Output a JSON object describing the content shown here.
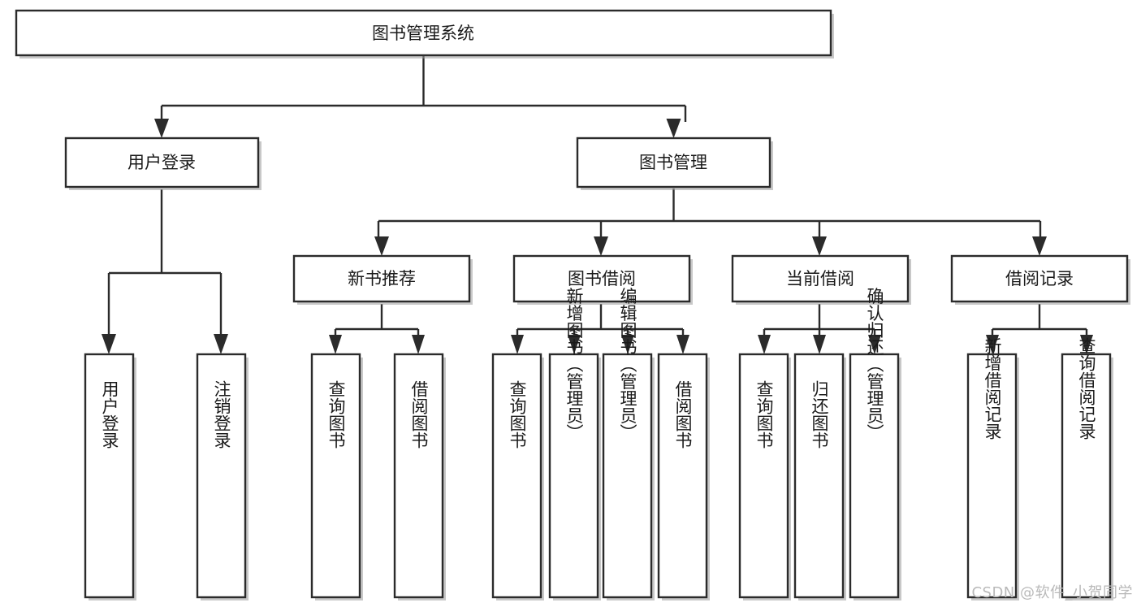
{
  "diagram": {
    "title": "图书管理系统",
    "type": "tree-hierarchy-diagram",
    "orientation": "top-down",
    "colors": {
      "stroke": "#2b2b2b",
      "fill": "#ffffff",
      "text": "#1a1a1a",
      "shadow": "#9a9a9a",
      "watermark": "#b9b9b9",
      "background": "#ffffff"
    },
    "root": {
      "label": "图书管理系统"
    },
    "level2": [
      {
        "label": "用户登录"
      },
      {
        "label": "图书管理"
      }
    ],
    "level3": [
      {
        "label": "新书推荐"
      },
      {
        "label": "图书借阅"
      },
      {
        "label": "当前借阅"
      },
      {
        "label": "借阅记录"
      }
    ],
    "leaves": {
      "user_login": [
        {
          "label": "用户登录"
        },
        {
          "label": "注销登录"
        }
      ],
      "new_book_recommend": [
        {
          "label": "查询图书"
        },
        {
          "label": "借阅图书"
        }
      ],
      "book_borrow": [
        {
          "label": "查询图书"
        },
        {
          "label": "新增图书（管理员）"
        },
        {
          "label": "编辑图书（管理员）"
        },
        {
          "label": "借阅图书"
        }
      ],
      "current_borrow": [
        {
          "label": "查询图书"
        },
        {
          "label": "归还图书"
        },
        {
          "label": "确认归还（管理员）"
        }
      ],
      "borrow_record": [
        {
          "label": "新增借阅记录"
        },
        {
          "label": "查询借阅记录"
        }
      ]
    }
  },
  "watermark": {
    "text": "CSDN @软件_小贺同学"
  }
}
